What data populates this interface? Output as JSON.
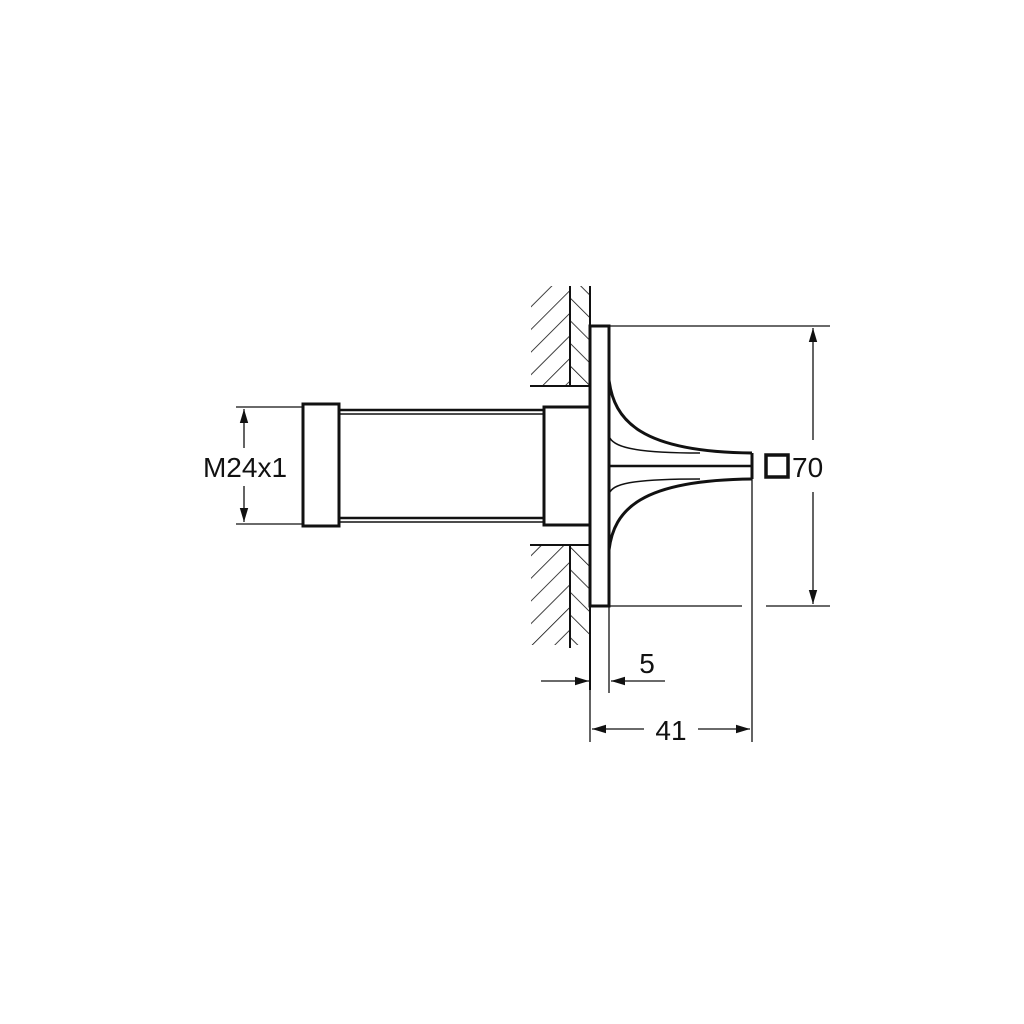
{
  "drawing": {
    "type": "technical dimension drawing",
    "subject": "wall-mounted square rosette with threaded extension",
    "colors": {
      "line": "#111111",
      "background": "#ffffff"
    },
    "dimensions": {
      "thread": {
        "label": "M24x1"
      },
      "rosette_size": {
        "symbol": "square",
        "label": "70"
      },
      "wall_offset": {
        "label": "5"
      },
      "depth": {
        "label": "41"
      }
    }
  }
}
